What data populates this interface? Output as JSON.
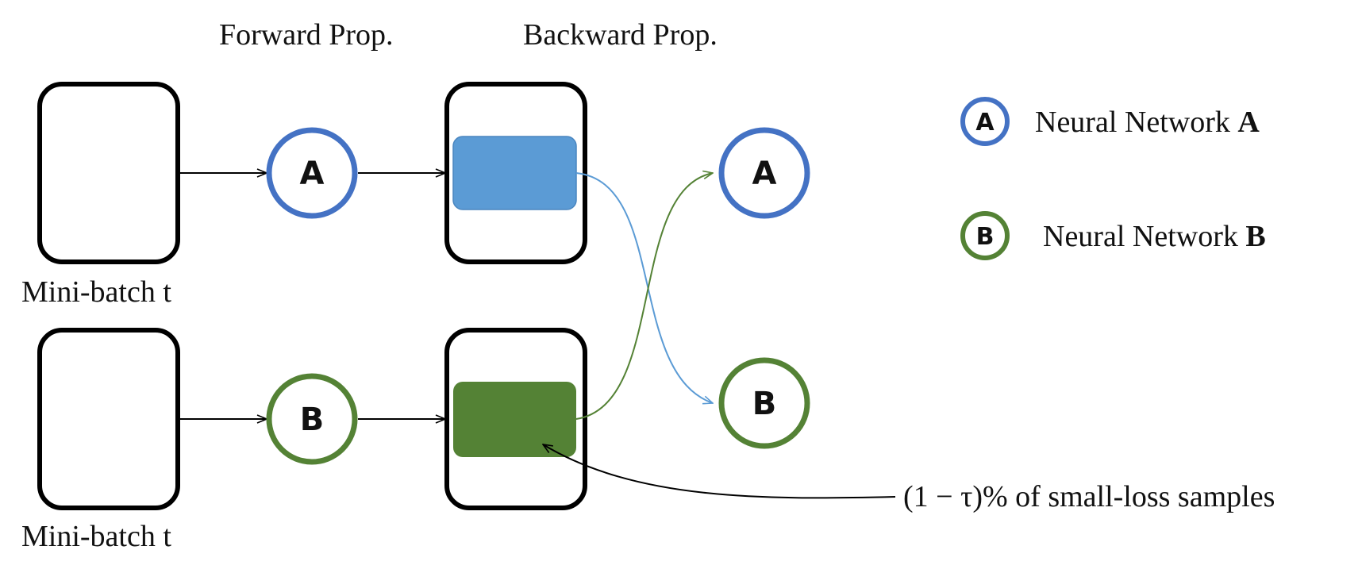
{
  "colors": {
    "blue": "#4472C4",
    "green": "#548235",
    "blue_fill": "#5B9BD5",
    "green_fill": "#548235",
    "blue_line": "#5B9BD5",
    "green_line": "#548235",
    "black": "#000000"
  },
  "headers": {
    "forward": "Forward Prop.",
    "backward": "Backward Prop."
  },
  "rows": [
    {
      "batch_label": "Mini-batch t",
      "network_letter": "A",
      "color": "blue"
    },
    {
      "batch_label": "Mini-batch t",
      "network_letter": "B",
      "color": "green"
    }
  ],
  "outputs": [
    {
      "network_letter": "A"
    },
    {
      "network_letter": "B"
    }
  ],
  "legend": [
    {
      "letter": "A",
      "label_prefix": "Neural Network ",
      "label_bold": "A"
    },
    {
      "letter": "B",
      "label_prefix": "Neural Network ",
      "label_bold": "B"
    }
  ],
  "annotation": {
    "text": "(1 − τ)% of small-loss samples"
  }
}
